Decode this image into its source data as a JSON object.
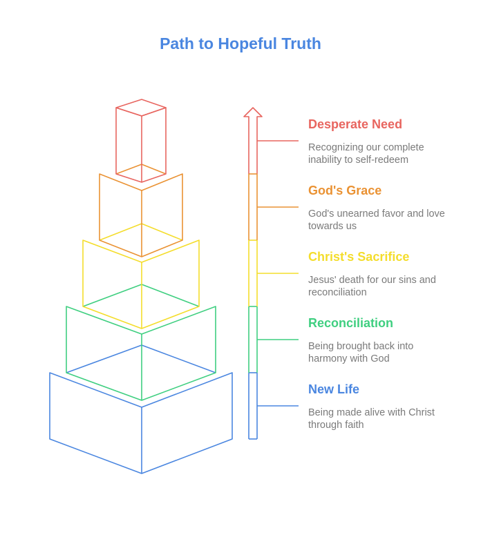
{
  "title": "Path to Hopeful Truth",
  "colors": {
    "title": "#4a86e0",
    "desperate_need": "#e8655f",
    "gods_grace": "#ea9233",
    "christs_sacrifice": "#f4dd2c",
    "reconciliation": "#3fcf80",
    "new_life": "#4a86e0"
  },
  "steps": [
    {
      "title": "Desperate Need",
      "description": "Recognizing our complete inability to self-redeem",
      "color": "#e8655f"
    },
    {
      "title": "God's Grace",
      "description": "God's unearned favor and love towards us",
      "color": "#ea9233"
    },
    {
      "title": "Christ's Sacrifice",
      "description": "Jesus' death for our sins and reconciliation",
      "color": "#f4dd2c"
    },
    {
      "title": "Reconciliation",
      "description": "Being brought back into harmony with God",
      "color": "#3fcf80"
    },
    {
      "title": "New Life",
      "description": "Being made alive with Christ through faith",
      "color": "#4a86e0"
    }
  ]
}
